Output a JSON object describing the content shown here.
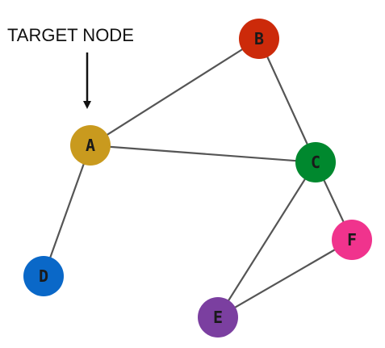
{
  "annotation": {
    "text": "TARGET NODE",
    "target": "A"
  },
  "nodes": [
    {
      "id": "A",
      "label": "A",
      "color": "#C99A1E"
    },
    {
      "id": "B",
      "label": "B",
      "color": "#CC2A0A"
    },
    {
      "id": "C",
      "label": "C",
      "color": "#00882E"
    },
    {
      "id": "D",
      "label": "D",
      "color": "#0A68C8"
    },
    {
      "id": "E",
      "label": "E",
      "color": "#7B3FA0"
    },
    {
      "id": "F",
      "label": "F",
      "color": "#F0338D"
    }
  ],
  "edges": [
    {
      "from": "A",
      "to": "B"
    },
    {
      "from": "A",
      "to": "C"
    },
    {
      "from": "A",
      "to": "D"
    },
    {
      "from": "B",
      "to": "C"
    },
    {
      "from": "C",
      "to": "E"
    },
    {
      "from": "C",
      "to": "F"
    },
    {
      "from": "E",
      "to": "F"
    }
  ]
}
